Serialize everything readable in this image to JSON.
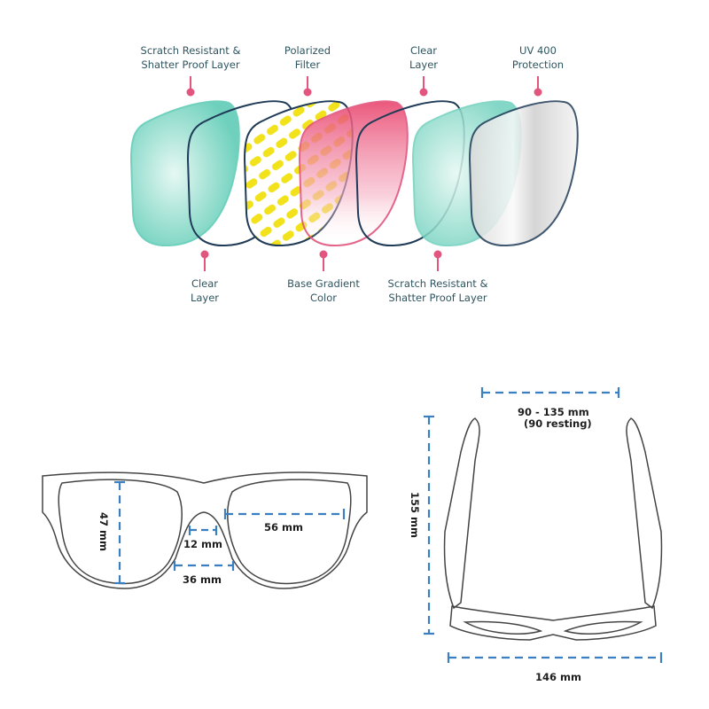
{
  "layers": {
    "top_labels": [
      {
        "line1": "Scratch Resistant &",
        "line2": "Shatter Proof Layer"
      },
      {
        "line1": "Polarized",
        "line2": "Filter"
      },
      {
        "line1": "Clear",
        "line2": "Layer"
      },
      {
        "line1": "UV 400",
        "line2": "Protection"
      }
    ],
    "bottom_labels": [
      {
        "line1": "Clear",
        "line2": "Layer"
      },
      {
        "line1": "Base Gradient",
        "line2": "Color"
      },
      {
        "line1": "Scratch Resistant &",
        "line2": "Shatter Proof Layer"
      }
    ]
  },
  "front_view": {
    "lens_height": "47 mm",
    "lens_width": "56 mm",
    "bridge_top": "12 mm",
    "bridge_bottom": "36 mm"
  },
  "top_view": {
    "temple_spread": "90 - 135 mm",
    "temple_spread_note": "(90 resting)",
    "temple_length": "155 mm",
    "frame_width": "146 mm"
  },
  "colors": {
    "accent": "#e2557e",
    "teal": "#7fd6c4",
    "navy": "#1f3b57",
    "dimension": "#3a7fc0",
    "yellow": "#f2e21c"
  }
}
